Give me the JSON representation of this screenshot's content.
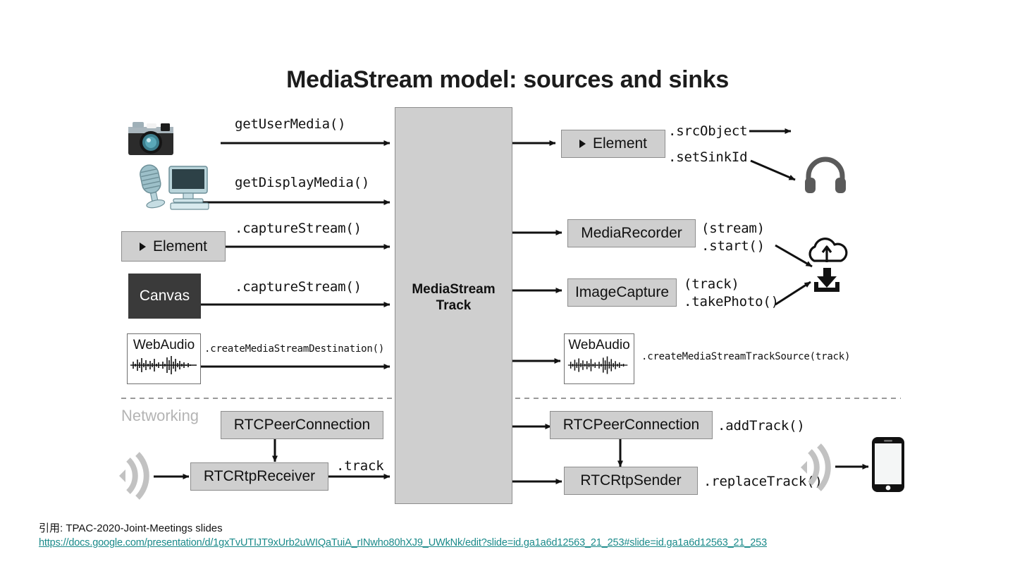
{
  "slide": {
    "title": "MediaStream model: sources and sinks",
    "center_block": {
      "line1": "MediaStream",
      "line2": "Track"
    },
    "networking_label": "Networking"
  },
  "sources": [
    {
      "name": "camera-icon",
      "icon": "camera",
      "method": "getUserMedia()"
    },
    {
      "name": "mic-monitor-icon",
      "icon": "mic-monitor",
      "method": "getDisplayMedia()"
    },
    {
      "name": "element-source",
      "label": "Element",
      "method": ".captureStream()"
    },
    {
      "name": "canvas-source",
      "label": "Canvas",
      "method": ".captureStream()"
    },
    {
      "name": "webaudio-source",
      "label": "WebAudio",
      "method": ".createMediaStreamDestination()"
    }
  ],
  "sinks": [
    {
      "name": "element-sink",
      "label": "Element",
      "method1": ".srcObject",
      "method2": ".setSinkId",
      "target": "headphones"
    },
    {
      "name": "mediarecorder-sink",
      "label": "MediaRecorder",
      "method1": "(stream)",
      "method2": ".start()",
      "target": "cloud-download"
    },
    {
      "name": "imagecapture-sink",
      "label": "ImageCapture",
      "method1": "(track)",
      "method2": ".takePhoto()",
      "target": "cloud-download"
    },
    {
      "name": "webaudio-sink",
      "label": "WebAudio",
      "method1": ".createMediaStreamTrackSource(track)"
    }
  ],
  "networking": {
    "receive": {
      "peer_connection": "RTCPeerConnection",
      "rtp_receiver": "RTCRtpReceiver",
      "method": ".track"
    },
    "send": {
      "peer_connection": "RTCPeerConnection",
      "peer_connection_method": ".addTrack()",
      "rtp_sender": "RTCRtpSender",
      "rtp_sender_method": ".replaceTrack()"
    }
  },
  "footer": {
    "citation": "引用: TPAC-2020-Joint-Meetings slides",
    "url": "https://docs.google.com/presentation/d/1gxTvUTIJT9xUrb2uWIQaTuiA_rINwho80hXJ9_UWkNk/edit?slide=id.ga1a6d12563_21_253#slide=id.ga1a6d12563_21_253"
  },
  "colors": {
    "box_grey": "#cfcfcf",
    "box_dark": "#3a3a3a",
    "link": "#1a8a8a",
    "networking_label": "#b4b4b4",
    "arrow": "#111111"
  }
}
